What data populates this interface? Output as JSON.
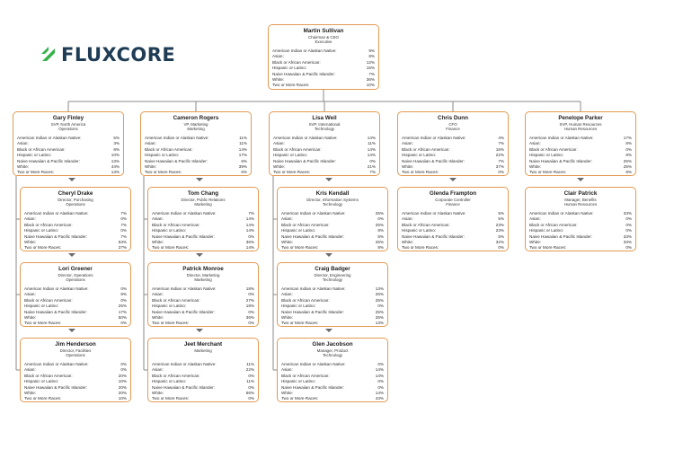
{
  "logo": {
    "text": "FLUXCORE",
    "icon": "fluxcore-leaf-logo"
  },
  "labels": [
    "American Indian or Alaskan Native:",
    "Asian:",
    "Black or African American:",
    "Hispanic or Latino:",
    "Naive Hawaiian & Pacific Islander:",
    "White:",
    "Two or More Races:"
  ],
  "colors": {
    "card_border": "#e29a52",
    "connector": "#8a8a8a",
    "arrow": "#6b6b6b",
    "logo_green": "#35b24a",
    "logo_text": "#1f3c55"
  },
  "nodes": [
    {
      "id": "ceo",
      "name": "Martin Sullivan",
      "title": "Chairman & CEO",
      "dept": "Executive",
      "values": [
        "9%",
        "8%",
        "12%",
        "15%",
        "7%",
        "36%",
        "10%"
      ]
    },
    {
      "id": "gary",
      "name": "Gary Finley",
      "title": "SVP, North America",
      "dept": "Operations",
      "values": [
        "5%",
        "3%",
        "8%",
        "10%",
        "13%",
        "44%",
        "13%"
      ]
    },
    {
      "id": "cameron",
      "name": "Cameron Rogers",
      "title": "VP, Marketing",
      "dept": "Marketing",
      "values": [
        "11%",
        "11%",
        "14%",
        "17%",
        "6%",
        "39%",
        "6%"
      ]
    },
    {
      "id": "lisa",
      "name": "Lisa Weil",
      "title": "SVP, International",
      "dept": "Technology",
      "values": [
        "14%",
        "11%",
        "14%",
        "14%",
        "0%",
        "21%",
        "7%"
      ]
    },
    {
      "id": "chris",
      "name": "Chris Dunn",
      "title": "CFO",
      "dept": "Finance",
      "values": [
        "4%",
        "7%",
        "16%",
        "22%",
        "7%",
        "37%",
        "0%"
      ]
    },
    {
      "id": "penelope",
      "name": "Penelope Parker",
      "title": "SVP, Human Resources",
      "dept": "Human Resources",
      "values": [
        "17%",
        "8%",
        "0%",
        "8%",
        "25%",
        "25%",
        "8%"
      ]
    },
    {
      "id": "cheryl",
      "name": "Cheryl Drake",
      "title": "Director, Purchasing",
      "dept": "Operations",
      "values": [
        "7%",
        "0%",
        "7%",
        "0%",
        "7%",
        "53%",
        "27%"
      ]
    },
    {
      "id": "tom",
      "name": "Tom Chang",
      "title": "Director, Public Relations",
      "dept": "Marketing",
      "values": [
        "7%",
        "14%",
        "14%",
        "14%",
        "0%",
        "36%",
        "14%"
      ]
    },
    {
      "id": "kris",
      "name": "Kris Kendall",
      "title": "Director, Information Systems",
      "dept": "Technology",
      "values": [
        "25%",
        "0%",
        "25%",
        "8%",
        "8%",
        "25%",
        "8%"
      ]
    },
    {
      "id": "glenda",
      "name": "Glenda Frampton",
      "title": "Corporate Controller",
      "dept": "Finance",
      "values": [
        "5%",
        "5%",
        "23%",
        "23%",
        "5%",
        "32%",
        "0%"
      ]
    },
    {
      "id": "clair",
      "name": "Clair Patrick",
      "title": "Manager, Benefits",
      "dept": "Human Resources",
      "values": [
        "33%",
        "0%",
        "0%",
        "0%",
        "33%",
        "33%",
        "0%"
      ]
    },
    {
      "id": "lori",
      "name": "Lori Greener",
      "title": "Director, Operations",
      "dept": "Operations",
      "values": [
        "0%",
        "8%",
        "0%",
        "25%",
        "17%",
        "50%",
        "0%"
      ]
    },
    {
      "id": "patrick",
      "name": "Patrick Monroe",
      "title": "Director, Marketing",
      "dept": "Marketing",
      "values": [
        "18%",
        "0%",
        "27%",
        "18%",
        "0%",
        "36%",
        "0%"
      ]
    },
    {
      "id": "craig",
      "name": "Craig Badger",
      "title": "Director, Engineering",
      "dept": "Technology",
      "values": [
        "13%",
        "25%",
        "25%",
        "0%",
        "25%",
        "25%",
        "13%"
      ]
    },
    {
      "id": "jim",
      "name": "Jim Henderson",
      "title": "Director, Facilities",
      "dept": "Operations",
      "values": [
        "0%",
        "0%",
        "20%",
        "10%",
        "20%",
        "20%",
        "10%"
      ]
    },
    {
      "id": "jeet",
      "name": "Jeet Merchant",
      "title": "Marketing",
      "dept": "",
      "values": [
        "11%",
        "22%",
        "0%",
        "11%",
        "0%",
        "56%",
        "0%"
      ]
    },
    {
      "id": "glen",
      "name": "Glen Jacobson",
      "title": "Manager, Product",
      "dept": "Technology",
      "values": [
        "0%",
        "14%",
        "14%",
        "0%",
        "0%",
        "14%",
        "43%"
      ]
    }
  ]
}
